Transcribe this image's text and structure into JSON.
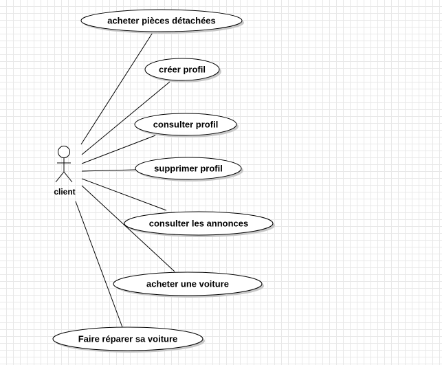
{
  "diagram": {
    "colors": {
      "stroke": "#000000",
      "fill": "#ffffff",
      "shadow": "#c8c8c8",
      "grid": "#e8e8e8"
    },
    "actor": {
      "label": "client",
      "icon": "stick-figure-icon"
    },
    "usecases": [
      {
        "id": "acheter-pieces",
        "label": "acheter pièces détachées"
      },
      {
        "id": "creer-profil",
        "label": "créer profil"
      },
      {
        "id": "consulter-profil",
        "label": "consulter profil"
      },
      {
        "id": "supprimer-profil",
        "label": "supprimer profil"
      },
      {
        "id": "consulter-annonces",
        "label": "consulter les annonces"
      },
      {
        "id": "acheter-voiture",
        "label": "acheter une voiture"
      },
      {
        "id": "faire-reparer",
        "label": "Faire réparer sa voiture"
      }
    ]
  }
}
